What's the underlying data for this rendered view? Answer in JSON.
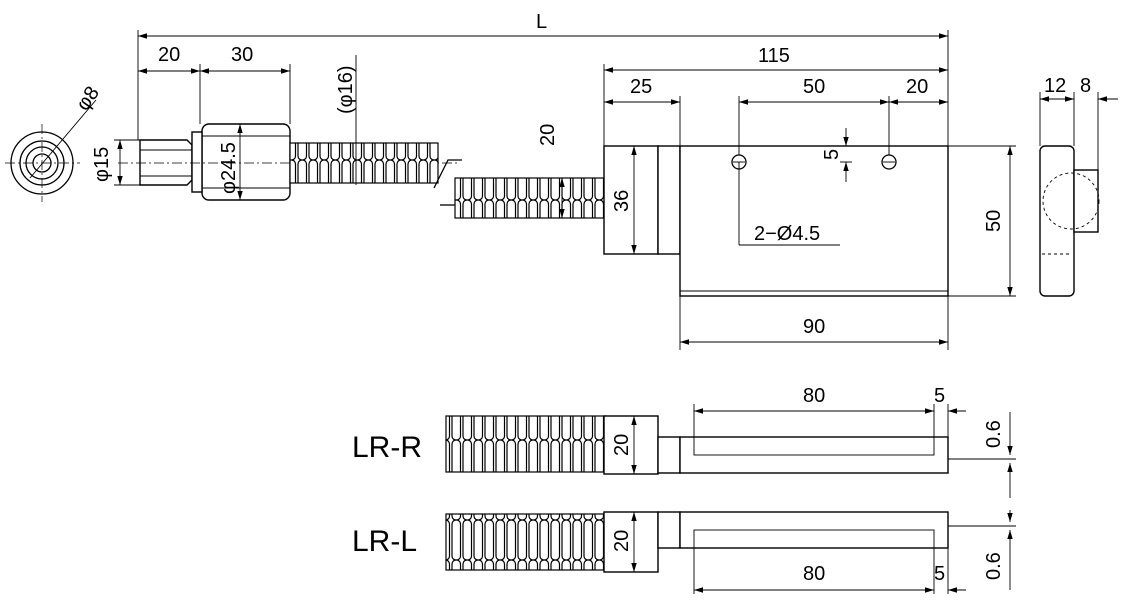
{
  "dimensions": {
    "L": "L",
    "d20_head": "20",
    "d30_head": "30",
    "phi16": "(φ16)",
    "d115": "115",
    "d25": "25",
    "d50_top": "50",
    "d20_top": "20",
    "phi8": "φ8",
    "phi15": "φ15",
    "phi24_5": "φ24.5",
    "d20_side": "20",
    "d36": "36",
    "d5": "5",
    "holes": "2−Ø4.5",
    "d50_height": "50",
    "d90": "90",
    "d12": "12",
    "d8": "8"
  },
  "variants": {
    "lr_r": {
      "label": "LR-R",
      "d80": "80",
      "d5": "5",
      "d20": "20",
      "d06": "0.6"
    },
    "lr_l": {
      "label": "LR-L",
      "d80": "80",
      "d5": "5",
      "d20": "20",
      "d06": "0.6"
    }
  }
}
